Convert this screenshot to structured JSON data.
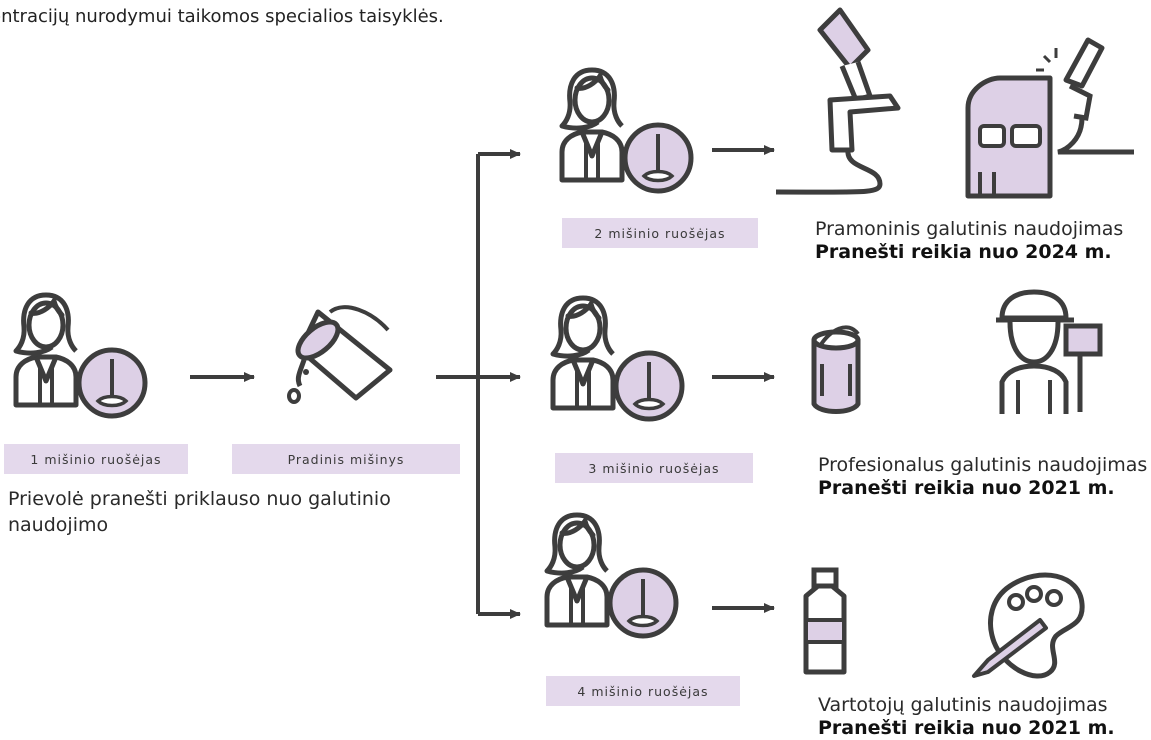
{
  "intro": "entracijų nurodymui taikomos specialios taisyklės.",
  "mixers": {
    "m1": "1 mišinio ruošėjas",
    "initial_mixture": "Pradinis mišinys",
    "m2": "2 mišinio ruošėjas",
    "m3": "3 mišinio ruošėjas",
    "m4": "4 mišinio ruošėjas"
  },
  "duty_text": "Prievolė pranešti priklauso nuo galutinio naudojimo",
  "uses": [
    {
      "label": "Pramoninis galutinis naudojimas",
      "deadline": "Pranešti reikia nuo 2024 m."
    },
    {
      "label": "Profesionalus galutinis naudojimas",
      "deadline": "Pranešti reikia nuo 2021 m."
    },
    {
      "label": "Vartotojų galutinis naudojimas",
      "deadline": "Pranešti reikia nuo 2021 m."
    }
  ],
  "colors": {
    "accent_fill": "#ddd0e6",
    "tag_fill": "#e4d9ec",
    "stroke": "#3d3d3d"
  },
  "icons": [
    "person-mixer-icon",
    "paint-bucket-icon",
    "spray-gun-icon",
    "car-spray-icon",
    "paint-can-icon",
    "painter-icon",
    "paint-tube-icon",
    "palette-icon"
  ]
}
